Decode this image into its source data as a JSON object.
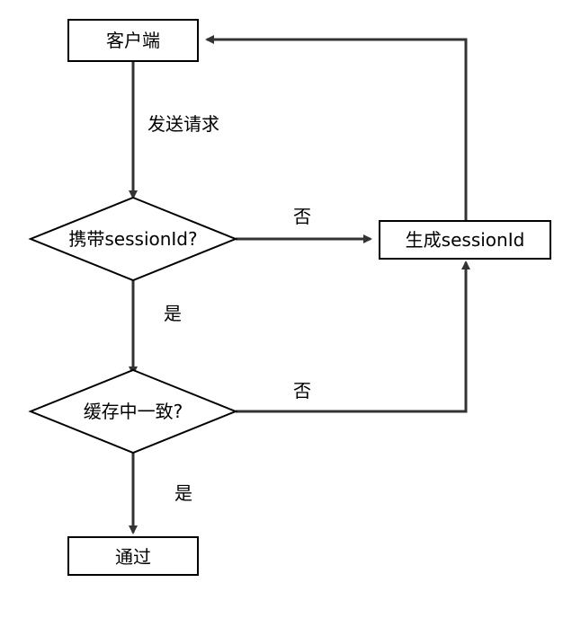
{
  "nodes": {
    "client": {
      "label": "客户端"
    },
    "has_session": {
      "label": "携带sessionId?"
    },
    "cache_match": {
      "label": "缓存中一致?"
    },
    "generate_session": {
      "label": "生成sessionId"
    },
    "pass": {
      "label": "通过"
    }
  },
  "edges": {
    "send_request": {
      "label": "发送请求"
    },
    "has_session_no": {
      "label": "否"
    },
    "has_session_yes": {
      "label": "是"
    },
    "cache_no": {
      "label": "否"
    },
    "cache_yes": {
      "label": "是"
    }
  },
  "colors": {
    "stroke": "#333333",
    "text": "#000000",
    "fill": "#ffffff"
  }
}
